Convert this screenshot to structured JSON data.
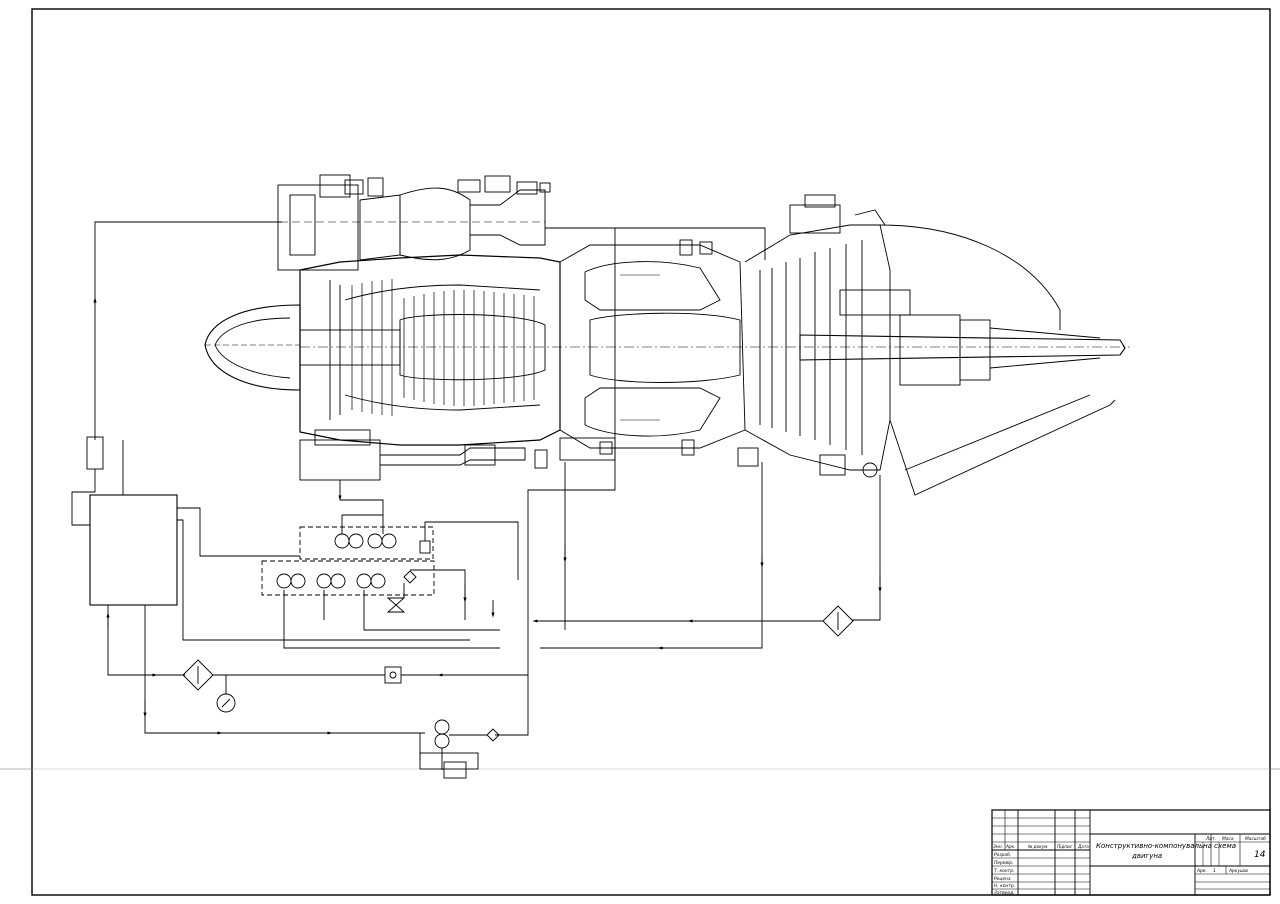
{
  "drawing": {
    "subject": "gas turbine engine cross-section with oil system schematic"
  },
  "title_block": {
    "title_line1": "Конструктивно-компонувальна схема",
    "title_line2": "двигуна",
    "sheet_number": "14",
    "col_headers": {
      "zmin": "Змн.",
      "arkush": "Арк.",
      "n_dokum": "№ докум.",
      "pidpys": "Підпис",
      "data": "Дата"
    },
    "roles": [
      "Розроб.",
      "Перевір.",
      "Т. контр.",
      "Реценз.",
      "Н. контр.",
      "Затверд."
    ],
    "right_headers": {
      "lit": "Лит.",
      "masa": "Маса",
      "masshtab": "Масштаб"
    },
    "sheet_row": {
      "ark": "Арк.",
      "ark_num": "1",
      "arkushiv": "Аркушів"
    }
  }
}
